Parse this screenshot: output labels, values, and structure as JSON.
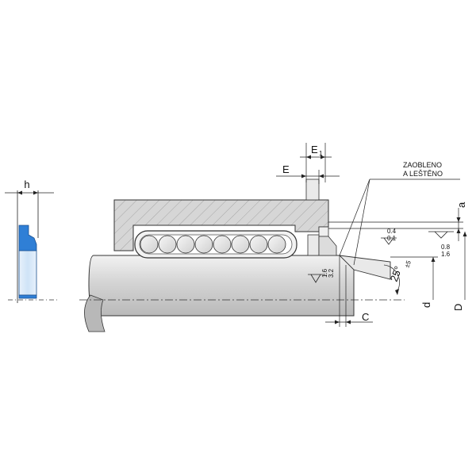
{
  "labels": {
    "h": "h",
    "e1_main": "E",
    "e1_sub": "1",
    "e": "E",
    "a": "a",
    "d": "d",
    "D": "D",
    "c": "C",
    "note_line1": "ZAOBLENO",
    "note_line2": "A LEŠTĚNO",
    "angle_main": "25°",
    "angle_tol": "±5",
    "rough_a_top": "0.4",
    "rough_a_bottom": "0.1",
    "rough_b_top": "0.8",
    "rough_b_bottom": "1.6",
    "rough_c_top": "1.6",
    "rough_c_bottom": "3.2"
  },
  "colors": {
    "seal_blue": "#2f7fd6",
    "seal_light": "#cfe3f7",
    "housing_fill": "#d9d9d9",
    "hatch": "#9a9a9a",
    "shaft_light": "#e4e4e4",
    "shaft_dark": "#bdbdbd",
    "line": "#222222"
  }
}
